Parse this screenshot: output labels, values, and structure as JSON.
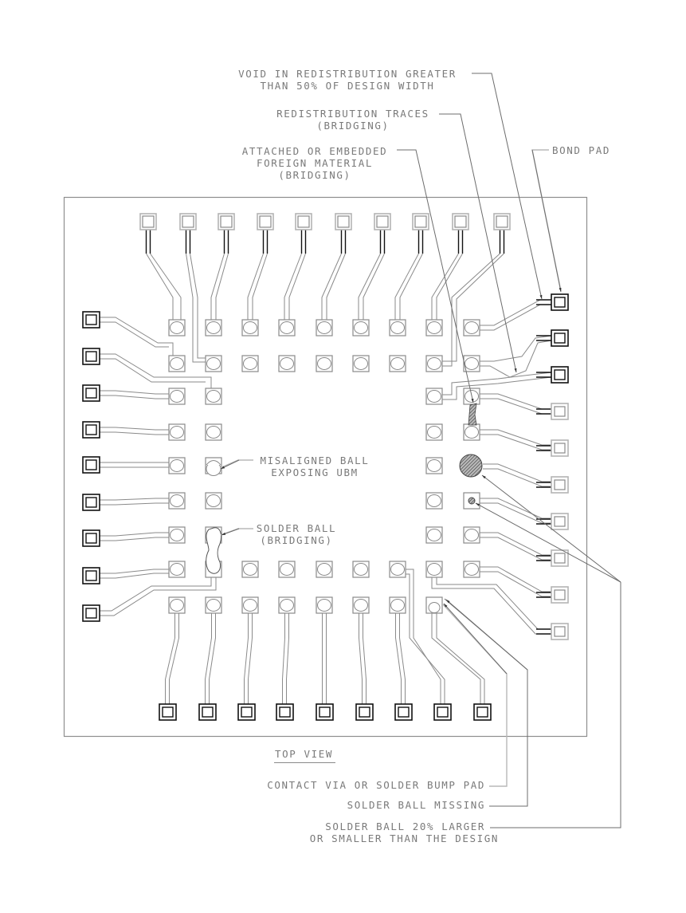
{
  "view_title": "TOP VIEW",
  "callouts": {
    "void": [
      "VOID IN REDISTRIBUTION GREATER",
      "THAN 50% OF DESIGN WIDTH"
    ],
    "traces": [
      "REDISTRIBUTION TRACES",
      "(BRIDGING)"
    ],
    "foreign": [
      "ATTACHED OR EMBEDDED",
      "FOREIGN MATERIAL",
      "(BRIDGING)"
    ],
    "bond_pad": [
      "BOND PAD"
    ],
    "misaligned": [
      "MISALIGNED BALL",
      "EXPOSING UBM"
    ],
    "solder_bridge": [
      "SOLDER BALL",
      "(BRIDGING)"
    ],
    "contact_via": [
      "CONTACT VIA OR SOLDER BUMP PAD"
    ],
    "missing": [
      "SOLDER BALL MISSING"
    ],
    "size": [
      "SOLDER  BALL 20% LARGER",
      "OR SMALLER THAN THE DESIGN"
    ]
  },
  "defect_fill": "#555555"
}
